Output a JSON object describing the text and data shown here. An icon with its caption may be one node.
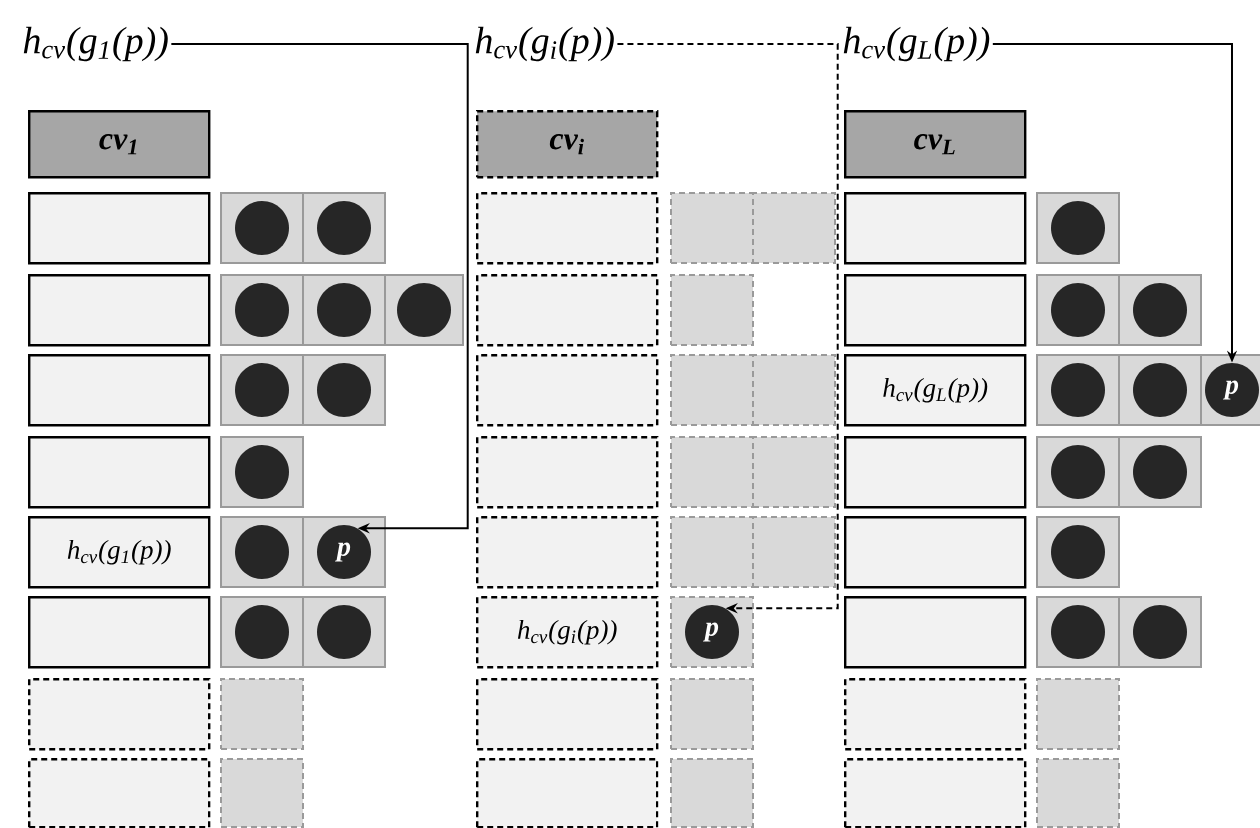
{
  "diagram": {
    "nodes": [
      {
        "text": [
          "h$_{cv}$(g$_{1}$(p))"
        ]
      },
      {
        "text": [
          "cv$_{1}$"
        ]
      },
      {
        "text": [],
        "shape": "box"
      },
      {
        "text": [],
        "shape": "box"
      },
      {
        "text": [],
        "shape": "circle",
        "in": 3
      },
      {
        "text": [],
        "shape": "box"
      },
      {
        "text": [],
        "shape": "circle",
        "in": 5
      },
      {
        "text": [],
        "shape": "box"
      },
      {
        "text": [],
        "shape": "box"
      },
      {
        "text": [],
        "shape": "circle",
        "in": 8
      },
      {
        "text": [],
        "shape": "box"
      },
      {
        "text": [],
        "shape": "circle",
        "in": 10
      },
      {
        "text": [],
        "shape": "box"
      },
      {
        "text": [],
        "shape": "circle",
        "in": 12
      },
      {
        "text": [],
        "shape": "box"
      },
      {
        "text": [],
        "shape": "box"
      },
      {
        "text": [],
        "shape": "circle",
        "in": 15
      },
      {
        "text": [],
        "shape": "box"
      },
      {
        "text": [],
        "shape": "circle",
        "in": 17
      },
      {
        "text": [],
        "shape": "box"
      },
      {
        "text": [],
        "shape": "box"
      },
      {
        "text": [],
        "shape": "circle",
        "in": 20
      },
      {
        "text": [
          "h$_{cv}$(g$_{1}$(p))"
        ]
      },
      {
        "text": [],
        "shape": "box"
      },
      {
        "text": [],
        "shape": "circle",
        "in": 23
      },
      {
        "text": [],
        "shape": "box"
      },
      {
        "text": [
          "p"
        ],
        "in": 25
      },
      {
        "text": [],
        "shape": "box"
      },
      {
        "text": [],
        "shape": "box"
      },
      {
        "text": [],
        "shape": "circle",
        "in": 28
      },
      {
        "text": [],
        "shape": "box"
      },
      {
        "text": [],
        "shape": "circle",
        "in": 30
      },
      {
        "text": [],
        "shape": "box"
      },
      {
        "text": [],
        "shape": "box"
      },
      {
        "text": [],
        "shape": "box"
      },
      {
        "text": [],
        "shape": "box"
      },
      {
        "text": [
          "h$_{cv}$(g$_{i}$(p))"
        ]
      },
      {
        "text": [
          "cv$_{i}$"
        ]
      },
      {
        "text": [],
        "shape": "box"
      },
      {
        "text": [],
        "shape": "box"
      },
      {
        "text": [],
        "shape": "box"
      },
      {
        "text": [],
        "shape": "box"
      },
      {
        "text": [],
        "shape": "box"
      },
      {
        "text": [],
        "shape": "box"
      },
      {
        "text": [],
        "shape": "box"
      },
      {
        "text": [],
        "shape": "box"
      },
      {
        "text": [],
        "shape": "box"
      },
      {
        "text": [],
        "shape": "box"
      },
      {
        "text": [],
        "shape": "box"
      },
      {
        "text": [],
        "shape": "box"
      },
      {
        "text": [],
        "shape": "box"
      },
      {
        "text": [],
        "shape": "box"
      },
      {
        "text": [
          "h$_{cv}$(g$_{i}$(p))"
        ]
      },
      {
        "text": [],
        "shape": "box"
      },
      {
        "text": [
          "p"
        ],
        "in": 53
      },
      {
        "text": [],
        "shape": "box"
      },
      {
        "text": [],
        "shape": "box"
      },
      {
        "text": [],
        "shape": "box"
      },
      {
        "text": [],
        "shape": "box"
      },
      {
        "text": [
          "h$_{cv}$(g$_{L}$(p))"
        ]
      },
      {
        "text": [
          "cv$_{L}$"
        ]
      },
      {
        "text": [],
        "shape": "box"
      },
      {
        "text": [],
        "shape": "box"
      },
      {
        "text": [],
        "shape": "circle",
        "in": 62
      },
      {
        "text": [],
        "shape": "box"
      },
      {
        "text": [],
        "shape": "box"
      },
      {
        "text": [],
        "shape": "circle",
        "in": 65
      },
      {
        "text": [],
        "shape": "box"
      },
      {
        "text": [],
        "shape": "circle",
        "in": 67
      },
      {
        "text": [
          "h$_{cv}$(g$_{L}$(p))"
        ]
      },
      {
        "text": [],
        "shape": "box"
      },
      {
        "text": [],
        "shape": "circle",
        "in": 70
      },
      {
        "text": [],
        "shape": "box"
      },
      {
        "text": [],
        "shape": "circle",
        "in": 72
      },
      {
        "text": [],
        "shape": "box"
      },
      {
        "text": [
          "p"
        ],
        "in": 74
      },
      {
        "text": [],
        "shape": "box"
      },
      {
        "text": [],
        "shape": "box"
      },
      {
        "text": [],
        "shape": "circle",
        "in": 77
      },
      {
        "text": [],
        "shape": "box"
      },
      {
        "text": [],
        "shape": "circle",
        "in": 79
      },
      {
        "text": [],
        "shape": "box"
      },
      {
        "text": [],
        "shape": "box"
      },
      {
        "text": [],
        "shape": "circle",
        "in": 82
      },
      {
        "text": [],
        "shape": "box"
      },
      {
        "text": [],
        "shape": "box"
      },
      {
        "text": [],
        "shape": "circle",
        "in": 85
      },
      {
        "text": [],
        "shape": "box"
      },
      {
        "text": [],
        "shape": "circle",
        "in": 87
      },
      {
        "text": [],
        "shape": "box"
      },
      {
        "text": [],
        "shape": "box"
      },
      {
        "text": [],
        "shape": "box"
      },
      {
        "text": [],
        "shape": "box"
      }
    ],
    "edges": [
      {
        "from": 0,
        "to": 26,
        "arrow": "to"
      },
      {
        "from": 36,
        "to": 54,
        "arrow": "to",
        "style": "dashed"
      },
      {
        "from": 59,
        "to": 75,
        "arrow": "to"
      }
    ]
  }
}
